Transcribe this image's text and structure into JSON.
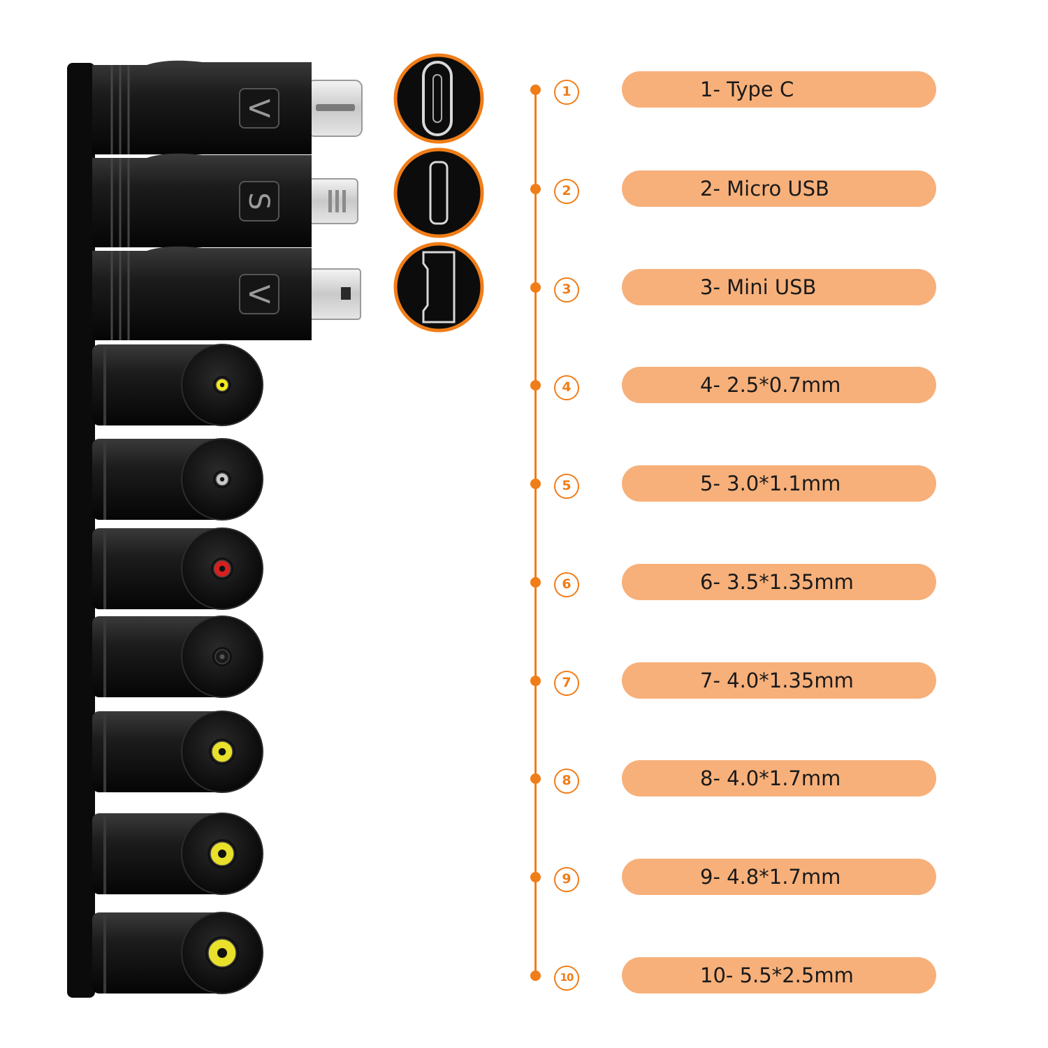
{
  "accent_color": "#f07d18",
  "pill_color": "#f7b07a",
  "connectors": [
    {
      "number": "1",
      "label": "1-  Type C",
      "kind": "usb",
      "letter": "V",
      "port": "type-c"
    },
    {
      "number": "2",
      "label": "2-  Micro USB",
      "kind": "usb",
      "letter": "S",
      "port": "micro-usb"
    },
    {
      "number": "3",
      "label": "3-  Mini USB",
      "kind": "usb",
      "letter": "V",
      "port": "mini-usb"
    },
    {
      "number": "4",
      "label": "4-  2.5*0.7mm",
      "kind": "barrel",
      "tip_color": "#f2ea1c"
    },
    {
      "number": "5",
      "label": "5-  3.0*1.1mm",
      "kind": "barrel",
      "tip_color": "#c8c8c8"
    },
    {
      "number": "6",
      "label": "6-  3.5*1.35mm",
      "kind": "barrel",
      "tip_color": "#d42020"
    },
    {
      "number": "7",
      "label": "7-  4.0*1.35mm",
      "kind": "barrel",
      "tip_color": "#1a1a1a"
    },
    {
      "number": "8",
      "label": "8-  4.0*1.7mm",
      "kind": "barrel",
      "tip_color": "#e8e02a"
    },
    {
      "number": "9",
      "label": "9-  4.8*1.7mm",
      "kind": "barrel",
      "tip_color": "#e8e02a"
    },
    {
      "number": "10",
      "label": "10-  5.5*2.5mm",
      "kind": "barrel",
      "tip_color": "#e8e02a"
    }
  ]
}
